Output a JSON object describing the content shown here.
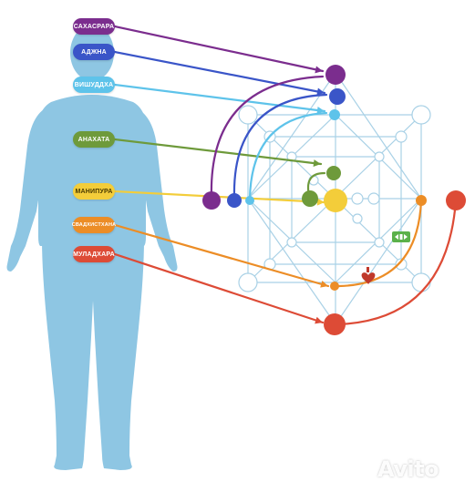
{
  "labels": [
    {
      "key": "sahasrara",
      "text": "САХАСРАРА",
      "color": "#7b2d8e"
    },
    {
      "key": "ajna",
      "text": "АДЖНА",
      "color": "#3a55c8"
    },
    {
      "key": "vishuddha",
      "text": "ВИШУДДХА",
      "color": "#5ec3ea"
    },
    {
      "key": "anahata",
      "text": "АНАХАТА",
      "color": "#6e9a3b"
    },
    {
      "key": "manipura",
      "text": "МАНИПУРА",
      "color": "#f3cd3a"
    },
    {
      "key": "svadhisthana",
      "text": "СВАДХИСТХАНА",
      "color": "#ec8d26"
    },
    {
      "key": "muladhara",
      "text": "МУЛАДХАРА",
      "color": "#dd4b36"
    }
  ],
  "colors": {
    "body": "#8ec6e3",
    "grid": "#a9d1e6"
  },
  "badge_icon": "arrows-badge-icon",
  "heart_icon": "heart-icon",
  "watermark": "Avito"
}
